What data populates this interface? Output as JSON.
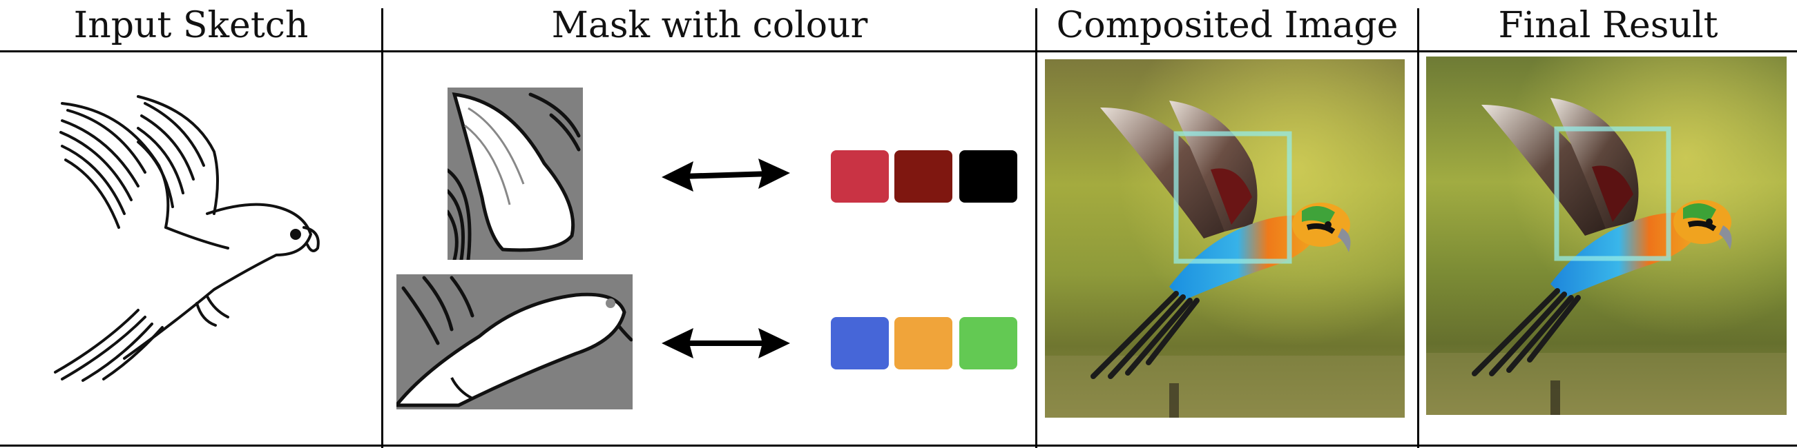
{
  "headers": {
    "input_sketch": "Input Sketch",
    "mask_with_colour": "Mask with colour",
    "composited_image": "Composited Image",
    "final_result": "Final Result"
  },
  "palettes": {
    "wing_colors": [
      "#c93344",
      "#7f1710",
      "#000000"
    ],
    "body_colors": [
      "#4666d8",
      "#f0a43a",
      "#63c953"
    ]
  },
  "mask_colors": {
    "mask_gray": "#808080",
    "mask_white": "#ffffff"
  },
  "icons": [
    "double-arrow-icon",
    "double-arrow-icon"
  ]
}
